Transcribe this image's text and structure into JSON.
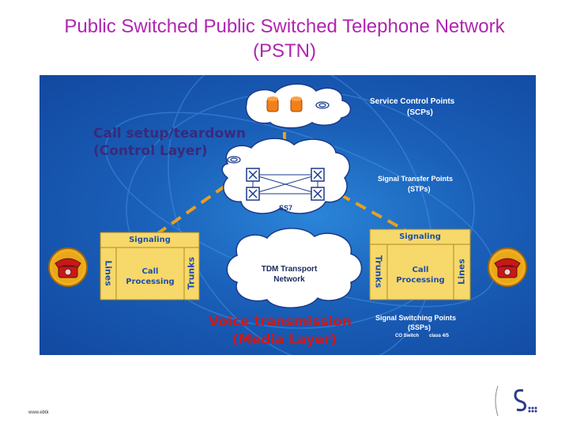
{
  "title": "Public Switched Public Switched Telephone Network (PSTN)",
  "labels": {
    "scp": "Service Control Points",
    "scp_abbr": "(SCPs)",
    "call_setup_line1": "Call setup/teardown",
    "call_setup_line2": "(Control Layer)",
    "stp": "Signal Transfer Points",
    "stp_abbr": "(STPs)",
    "ss7": "SS7",
    "tdm_line1": "TDM Transport",
    "tdm_line2": "Network",
    "voice_line1": "Voice transmission",
    "voice_line2": "(Media Layer)",
    "ssp": "Signal Switching Points",
    "ssp_abbr": "(SSPs)",
    "co_switch": "CO Switch",
    "class": "class 4/5"
  },
  "left_switch": {
    "signaling": "Signaling",
    "call_processing_1": "Call",
    "call_processing_2": "Processing",
    "lines": "Lines",
    "trunks": "Trunks"
  },
  "right_switch": {
    "signaling": "Signaling",
    "call_processing_1": "Call",
    "call_processing_2": "Processing",
    "lines": "Lines",
    "trunks": "Trunks"
  },
  "footer": {
    "url": "www.ebtk"
  },
  "colors": {
    "title": "#b025b0",
    "panel": "#1a5fb8",
    "switch_box": "#f7d86a",
    "heading_dark": "#3a2a7a",
    "heading_red": "#d01818",
    "dash_line": "#e8a020",
    "phone_red": "#c81818",
    "phone_gold": "#f0b020"
  }
}
